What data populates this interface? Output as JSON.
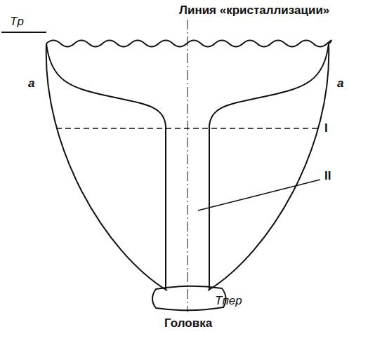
{
  "diagram": {
    "labels": [
      "Линия «кристаллизации»",
      "Tр",
      "a",
      "a",
      "I",
      "II",
      "Tпер",
      "Головка"
    ]
  }
}
